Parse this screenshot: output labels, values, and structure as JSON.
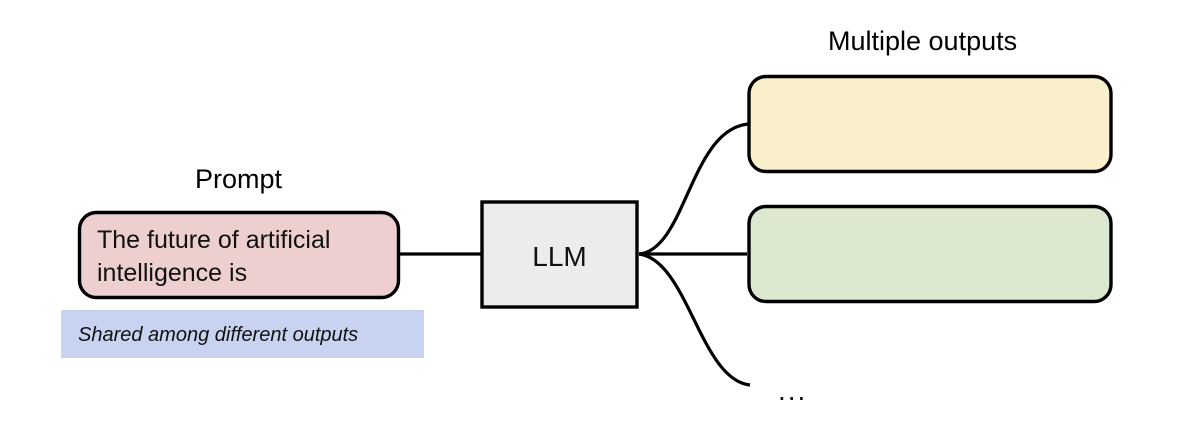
{
  "diagram": {
    "title_labels": {
      "prompt": "Prompt",
      "multiple_outputs": "Multiple outputs"
    },
    "prompt_box": {
      "line1": "The future of artificial",
      "line2": "intelligence is",
      "fill": "#EDCFCF",
      "stroke": "#000000"
    },
    "shared_note": {
      "text": "Shared among different outputs",
      "fill": "#C7D3F0"
    },
    "model_box": {
      "label": "LLM",
      "fill": "#ECECEC",
      "stroke": "#000000"
    },
    "outputs": [
      {
        "name": "output-1",
        "fill": "#FAEFCB",
        "stroke": "#000000",
        "text": ""
      },
      {
        "name": "output-2",
        "fill": "#DDE8D1",
        "stroke": "#000000",
        "text": ""
      }
    ],
    "ellipsis": "...",
    "edges": {
      "prompt_to_model": "straight",
      "model_to_output_1": "curved-up",
      "model_to_output_2": "straight",
      "model_to_ellipsis": "curved-down"
    }
  }
}
